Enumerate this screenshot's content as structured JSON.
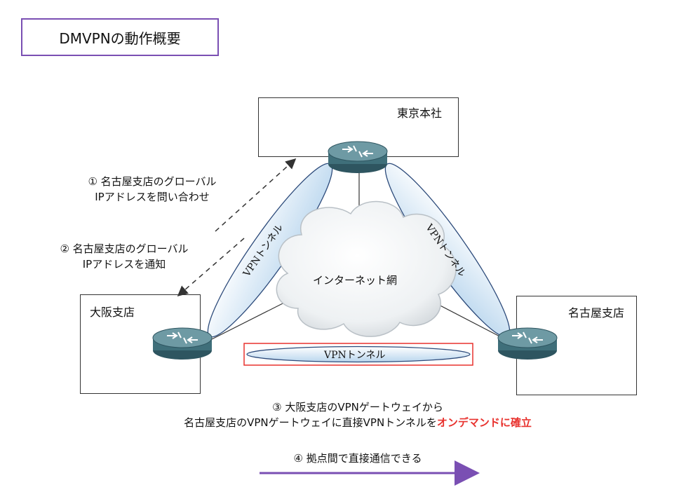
{
  "title": "DMVPNの動作概要",
  "sites": {
    "tokyo": "東京本社",
    "osaka": "大阪支店",
    "nagoya": "名古屋支店"
  },
  "cloud_label": "インターネット網",
  "tunnels": {
    "left": "VPNトンネル",
    "right": "VPNトンネル",
    "bottom": "VPNトンネル"
  },
  "steps": {
    "step1": {
      "line1": "①  名古屋支店のグローバル",
      "line2": "IPアドレスを問い合わせ"
    },
    "step2": {
      "line1": "②  名古屋支店のグローバル",
      "line2": "IPアドレスを通知"
    },
    "step3": {
      "line1": "③  大阪支店のVPNゲートウェイから",
      "line2_prefix": "名古屋支店のVPNゲートウェイに直接VPNトンネルを",
      "line2_highlight": "オンデマンドに確立"
    },
    "step4": "④  拠点間で直接通信できる"
  },
  "colors": {
    "title_border": "#7a4fb3",
    "highlight_text": "#e8322e",
    "highlight_box": "#e8322e",
    "step4_arrow": "#7a4fb3",
    "tunnel_fill": "#b9d6ee",
    "router_body": "#3f6f7a"
  }
}
